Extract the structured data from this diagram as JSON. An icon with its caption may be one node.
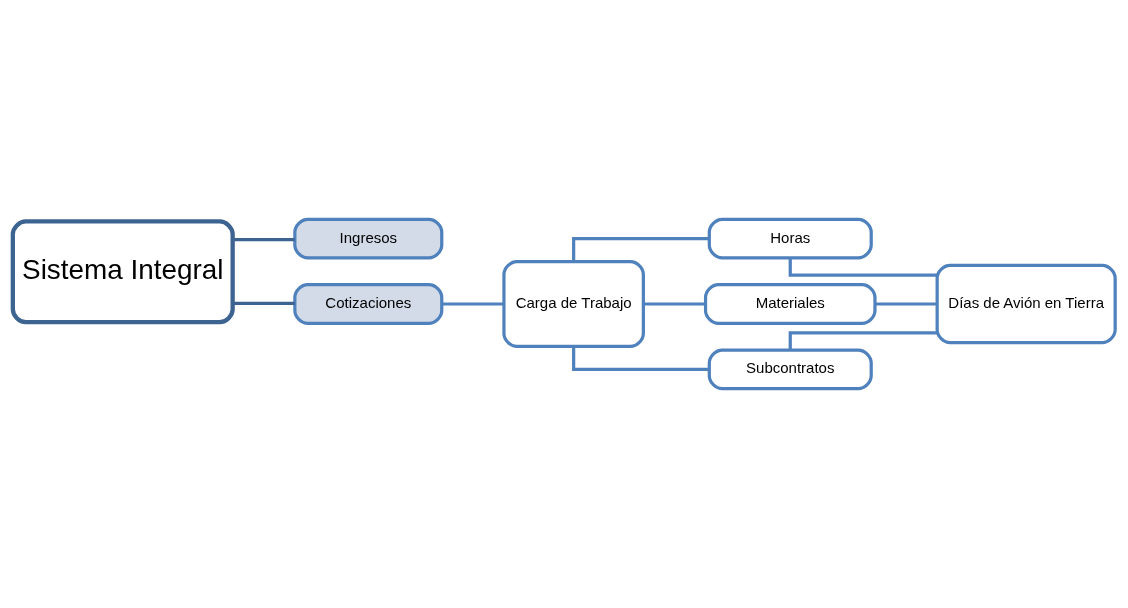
{
  "diagram": {
    "nodes": [
      {
        "text": [
          "Sistema Integral"
        ]
      },
      {
        "text": [
          "Ingresos"
        ]
      },
      {
        "text": [
          "Cotizaciones"
        ]
      },
      {
        "text": [
          "Carga de Trabajo"
        ]
      },
      {
        "text": [
          "Horas"
        ]
      },
      {
        "text": [
          "Materiales"
        ]
      },
      {
        "text": [
          "Subcontratos"
        ]
      },
      {
        "text": [
          "Días de Avión en Tierra"
        ]
      }
    ],
    "edges": [
      {
        "from": 0,
        "to": 1,
        "arrow": "none",
        "color": "#3d6491"
      },
      {
        "from": 0,
        "to": 2,
        "arrow": "none",
        "color": "#3d6491"
      },
      {
        "from": 2,
        "to": 3,
        "arrow": "none"
      },
      {
        "from": 3,
        "to": 4,
        "arrow": "none"
      },
      {
        "from": 3,
        "to": 5,
        "arrow": "none"
      },
      {
        "from": 3,
        "to": 6,
        "arrow": "none"
      },
      {
        "from": 4,
        "to": 7,
        "arrow": "none"
      },
      {
        "from": 5,
        "to": 7,
        "arrow": "none"
      },
      {
        "from": 6,
        "to": 7,
        "arrow": "none"
      }
    ]
  }
}
